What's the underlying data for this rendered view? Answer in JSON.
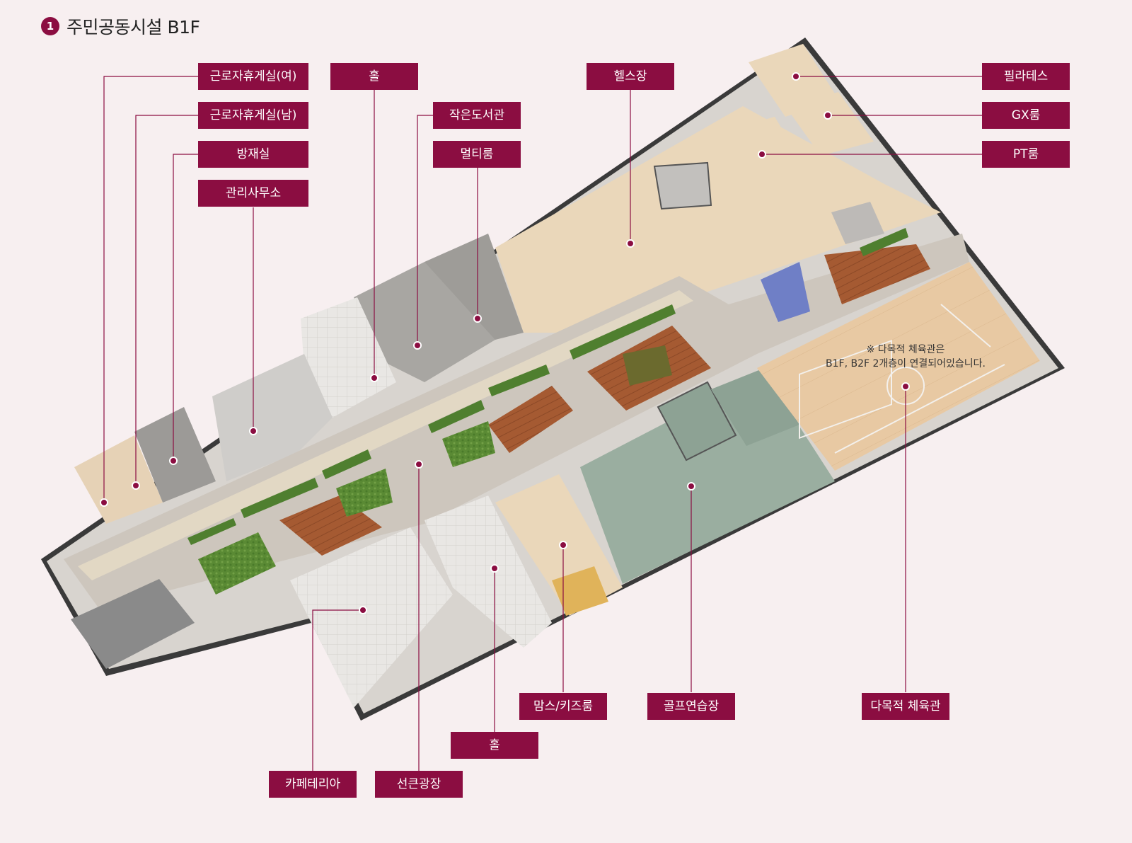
{
  "header": {
    "number": "1",
    "title": "주민공동시설 B1F"
  },
  "labels": {
    "rest_women": "근로자휴게실(여)",
    "rest_men": "근로자휴게실(남)",
    "disaster_room": "방재실",
    "management_office": "관리사무소",
    "hall_top": "홀",
    "small_library": "작은도서관",
    "multi_room": "멀티룸",
    "fitness": "헬스장",
    "pilates": "필라테스",
    "gx_room": "GX룸",
    "pt_room": "PT룸",
    "moms_kids": "맘스/키즈룸",
    "golf": "골프연습장",
    "gym": "다목적 체육관",
    "hall_bottom": "홀",
    "cafeteria": "카페테리아",
    "plaza": "선큰광장"
  },
  "note": {
    "line1": "※ 다목적 체육관은",
    "line2": "B1F, B2F 2개층이 연결되어있습니다."
  },
  "colors": {
    "brand": "#8b0d41",
    "background": "#f7eff0",
    "wood_floor": "#e9d5b6",
    "corridor": "#cfc7bf",
    "green": "#5d8c3a",
    "deck": "#a55a32",
    "golf": "#9aaea0"
  }
}
